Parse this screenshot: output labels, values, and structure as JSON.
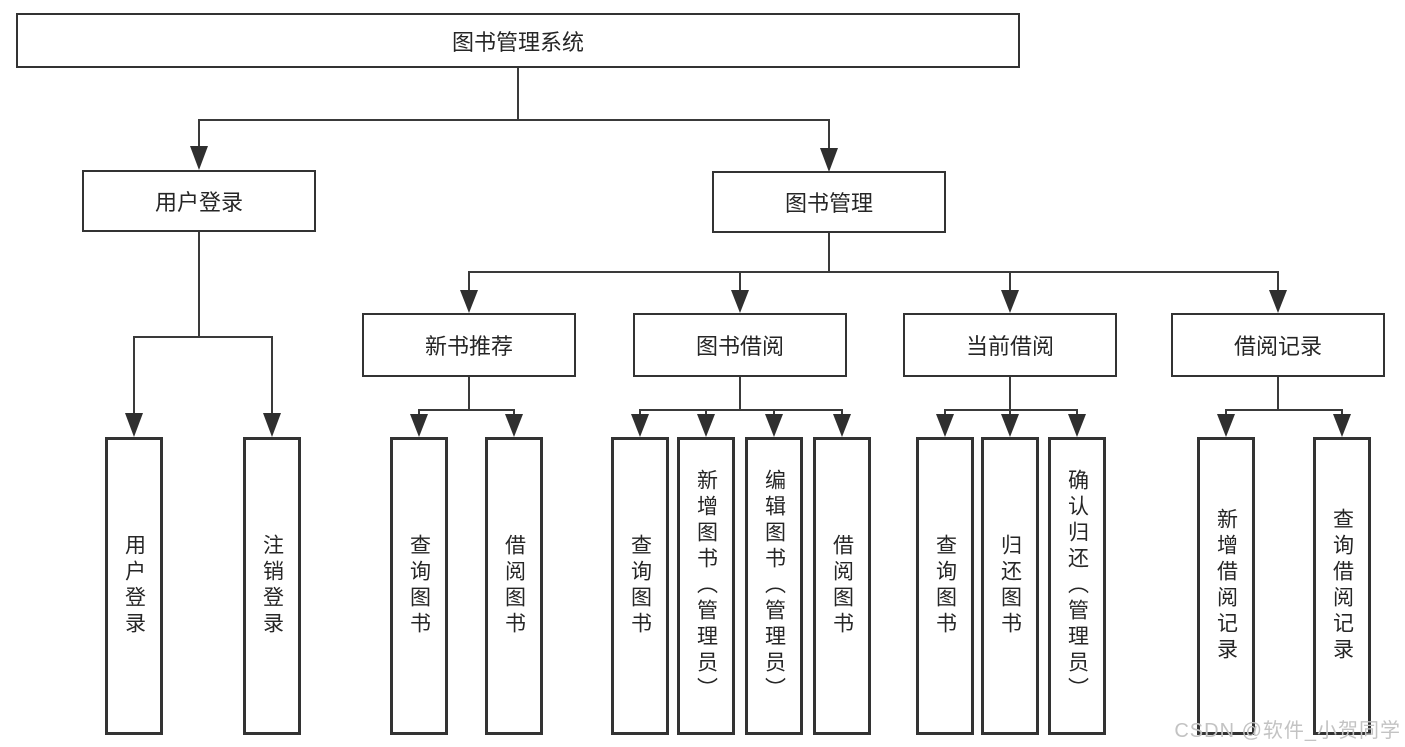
{
  "diagram": {
    "watermark": "CSDN @软件_小贺同学",
    "colors": {
      "line": "#3a3a3a",
      "arrow": "#2f2f2f",
      "box_border": "#333333",
      "text": "#262626",
      "background": "#ffffff",
      "watermark": "#c3c3c3"
    },
    "tree": {
      "root": {
        "label": "图书管理系统",
        "children": [
          {
            "label": "用户登录",
            "children": [
              {
                "label": "用户登录"
              },
              {
                "label": "注销登录"
              }
            ]
          },
          {
            "label": "图书管理",
            "children": [
              {
                "label": "新书推荐",
                "children": [
                  {
                    "label": "查询图书"
                  },
                  {
                    "label": "借阅图书"
                  }
                ]
              },
              {
                "label": "图书借阅",
                "children": [
                  {
                    "label": "查询图书"
                  },
                  {
                    "label": "新增图书（管理员）"
                  },
                  {
                    "label": "编辑图书（管理员）"
                  },
                  {
                    "label": "借阅图书"
                  }
                ]
              },
              {
                "label": "当前借阅",
                "children": [
                  {
                    "label": "查询图书"
                  },
                  {
                    "label": "归还图书"
                  },
                  {
                    "label": "确认归还（管理员）"
                  }
                ]
              },
              {
                "label": "借阅记录",
                "children": [
                  {
                    "label": "新增借阅记录"
                  },
                  {
                    "label": "查询借阅记录"
                  }
                ]
              }
            ]
          }
        ]
      }
    }
  }
}
